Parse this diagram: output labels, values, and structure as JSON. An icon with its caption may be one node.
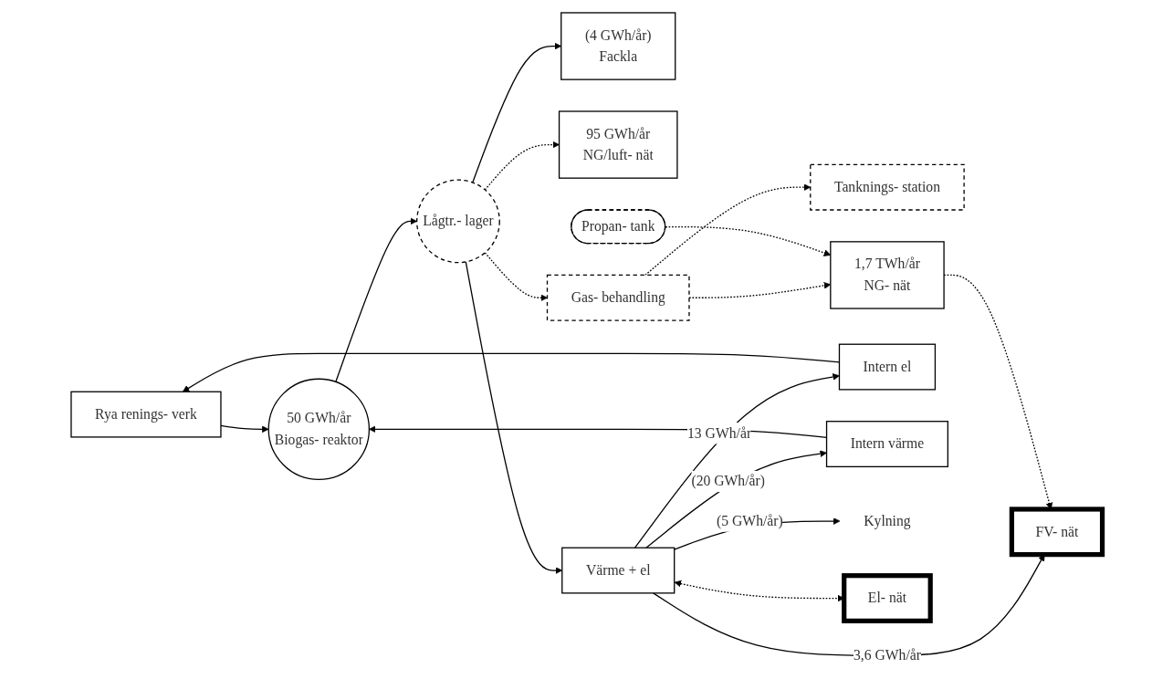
{
  "diagram": {
    "nodes": [
      {
        "text": [
          "Rya renings- verk"
        ]
      },
      {
        "text": [
          "50 GWh/år",
          "Biogas- reaktor"
        ]
      },
      {
        "text": [
          "Lågtr.- lager"
        ]
      },
      {
        "text": [
          "(4 GWh/år)",
          "Fackla"
        ]
      },
      {
        "text": [
          "95 GWh/år",
          "NG/luft- nät"
        ]
      },
      {
        "text": [
          "Gas- behandling"
        ]
      },
      {
        "text": [
          "Tanknings- station"
        ]
      },
      {
        "text": [
          "1,7 TWh/år",
          "NG- nät"
        ]
      },
      {
        "text": [
          "Propan- tank"
        ]
      },
      {
        "text": [
          "Intern el"
        ]
      },
      {
        "text": [
          "Intern värme"
        ]
      },
      {
        "text": [
          "Värme + el"
        ]
      },
      {
        "text": [
          "Kylning"
        ]
      },
      {
        "text": [
          "El- nät"
        ]
      },
      {
        "text": [
          "FV- nät"
        ]
      }
    ],
    "edges": [
      {
        "from": 0,
        "to": 1,
        "arrow": "to"
      },
      {
        "from": 1,
        "to": 2,
        "arrow": "to"
      },
      {
        "from": 2,
        "to": 3,
        "arrow": "to"
      },
      {
        "from": 2,
        "to": 4,
        "arrow": "to",
        "style": "dashed"
      },
      {
        "from": 2,
        "to": 5,
        "arrow": "to",
        "style": "dashed"
      },
      {
        "from": 2,
        "to": 11,
        "arrow": "to"
      },
      {
        "from": 5,
        "to": 6,
        "arrow": "to",
        "style": "dashed"
      },
      {
        "from": 5,
        "to": 7,
        "arrow": "to",
        "style": "dashed"
      },
      {
        "from": 8,
        "to": 7,
        "arrow": "to",
        "style": "dashed"
      },
      {
        "from": 9,
        "to": 0,
        "arrow": "to"
      },
      {
        "from": 10,
        "to": 1,
        "arrow": "to"
      },
      {
        "from": 11,
        "to": 10,
        "label": "(20 GWh/år)",
        "arrow": "to"
      },
      {
        "from": 11,
        "to": 9,
        "label": "13 GWh/år",
        "arrow": "to"
      },
      {
        "from": 11,
        "to": 12,
        "label": "(5 GWh/år)",
        "arrow": "to"
      },
      {
        "from": 11,
        "to": 14,
        "label": "3,6 GWh/år",
        "arrow": "to"
      },
      {
        "from": 11,
        "to": 13,
        "arrow": "both",
        "style": "dashed"
      },
      {
        "from": 7,
        "to": 14,
        "arrow": "to",
        "style": "dashed"
      }
    ]
  }
}
